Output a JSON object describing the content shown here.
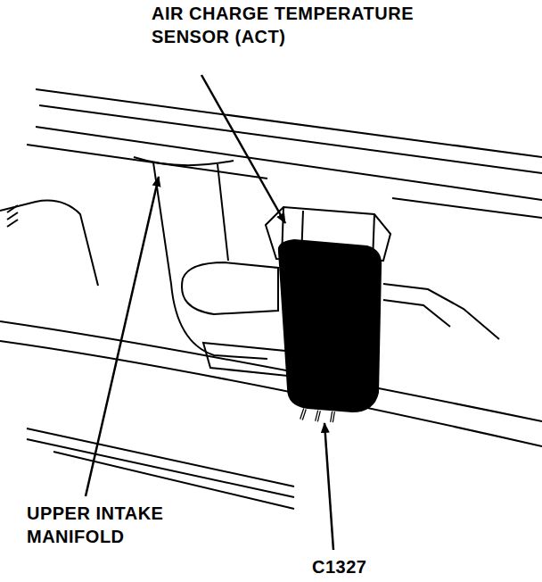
{
  "diagram": {
    "labels": [
      "AIR CHARGE TEMPERATURE SENSOR (ACT)",
      "UPPER INTAKE MANIFOLD",
      "C1327"
    ]
  }
}
